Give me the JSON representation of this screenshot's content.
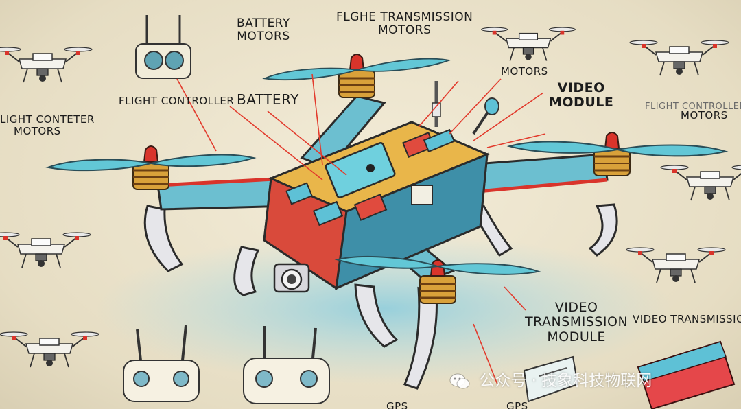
{
  "labels": {
    "battery_motors": [
      "BATTERY",
      "MOTORS"
    ],
    "flight_transmission_motors": [
      "FLGHE TRANSMISSION",
      "MOTORS"
    ],
    "flight_controller": "FLIGHT CONTROLLER",
    "battery": "BATTERY",
    "motors_top": "MOTORS",
    "video_module": [
      "VIDEO",
      "MODULE"
    ],
    "left_contr_motors": [
      "LIGHT CONTETER",
      "MOTORS"
    ],
    "right_flight_controller": "FLIGHT CONTROLLER",
    "right_motors": "MOTORS",
    "video_transmission_module": [
      "VIDEO",
      "TRANSMISSION",
      "MODULE"
    ],
    "video_transmission": "VIDEO TRANSMISSION",
    "gps_left": "GPS",
    "gps_right": "GPS"
  },
  "watermark": "公众号 · 技象科技物联网",
  "colors": {
    "background": "#ece4cd",
    "propeller": "#62c7d6",
    "frame_red": "#d9342b",
    "motor_gold": "#d9a13a",
    "leader_line": "#e23a2c",
    "shadow_blue": "#8fd2e4"
  }
}
